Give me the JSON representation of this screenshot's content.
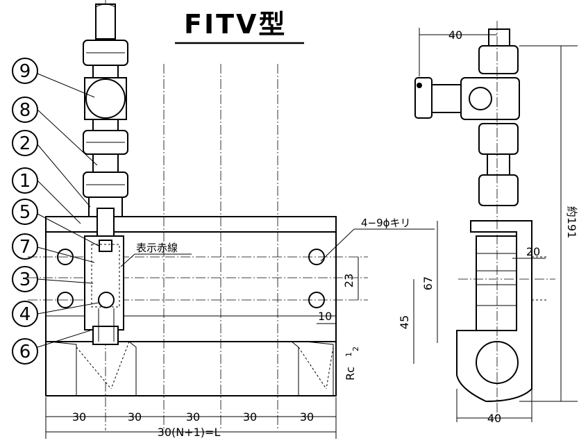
{
  "title": "FITV型",
  "callouts": [
    "9",
    "8",
    "2",
    "1",
    "5",
    "7",
    "3",
    "4",
    "6"
  ],
  "labels": {
    "indicator_line": "表示赤線",
    "hole_spec": "4−9ϕキリ",
    "rc": "Rc",
    "rc_fraction_num": "1",
    "rc_fraction_den": "2"
  },
  "dimensions": {
    "spacing": [
      "30",
      "30",
      "30",
      "30",
      "30"
    ],
    "total": "30(N+1)=L",
    "hole_pitch": "23",
    "edge_offset": "10",
    "side_top_width": "40",
    "side_bottom_width": "40",
    "total_height": "約191",
    "inner_width": "20",
    "height_67": "67",
    "height_45": "45"
  }
}
